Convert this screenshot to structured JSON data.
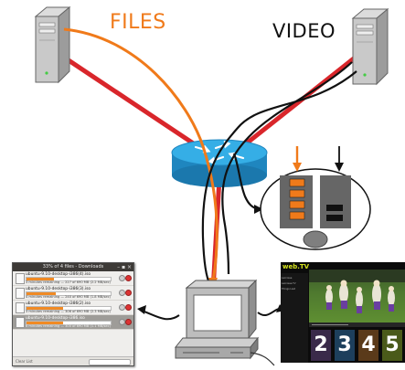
{
  "labels": {
    "files": "FILES",
    "video": "VIDEO"
  },
  "colors": {
    "files_stream": "#f07a1a",
    "video_stream": "#111111",
    "network_link": "#d9262b",
    "router": "#2a9fd6"
  },
  "icons": {
    "left_server": "server-tower-icon",
    "right_server": "server-tower-icon",
    "router": "router-icon",
    "client": "desktop-computer-icon",
    "queue_inset": "traffic-queue-icon"
  },
  "download_manager": {
    "title": "33% of 4 files - Downloads",
    "window_controls": "– ▪ ×",
    "items": [
      {
        "name": "ubuntu-9.10-desktop-i386(4).iso",
        "status": "3 minutes remaining — 227 of 690 MB (2.2 MB/sec)",
        "progress": 0.33,
        "selected": false
      },
      {
        "name": "ubuntu-9.10-desktop-i386(3).iso",
        "status": "4 minutes remaining — 240 of 690 MB (1.8 MB/sec)",
        "progress": 0.35,
        "selected": false
      },
      {
        "name": "ubuntu-9.10-desktop-i386(2).iso",
        "status": "3 minutes remaining — 306 of 690 MB (2.3 MB/sec)",
        "progress": 0.44,
        "selected": false
      },
      {
        "name": "ubuntu-9.10-desktop-i386.iso",
        "status": "6 minutes remaining — 300 of 690 MB (1.1 MB/sec)",
        "progress": 0.43,
        "selected": true
      }
    ],
    "clear_list": "Clear List"
  },
  "web_tv": {
    "logo": "web.TV",
    "sidebar": [
      "Lacrosse",
      "Lacrosse TV",
      "Things Last"
    ],
    "thumbnails": [
      "2",
      "3",
      "4",
      "5"
    ]
  }
}
